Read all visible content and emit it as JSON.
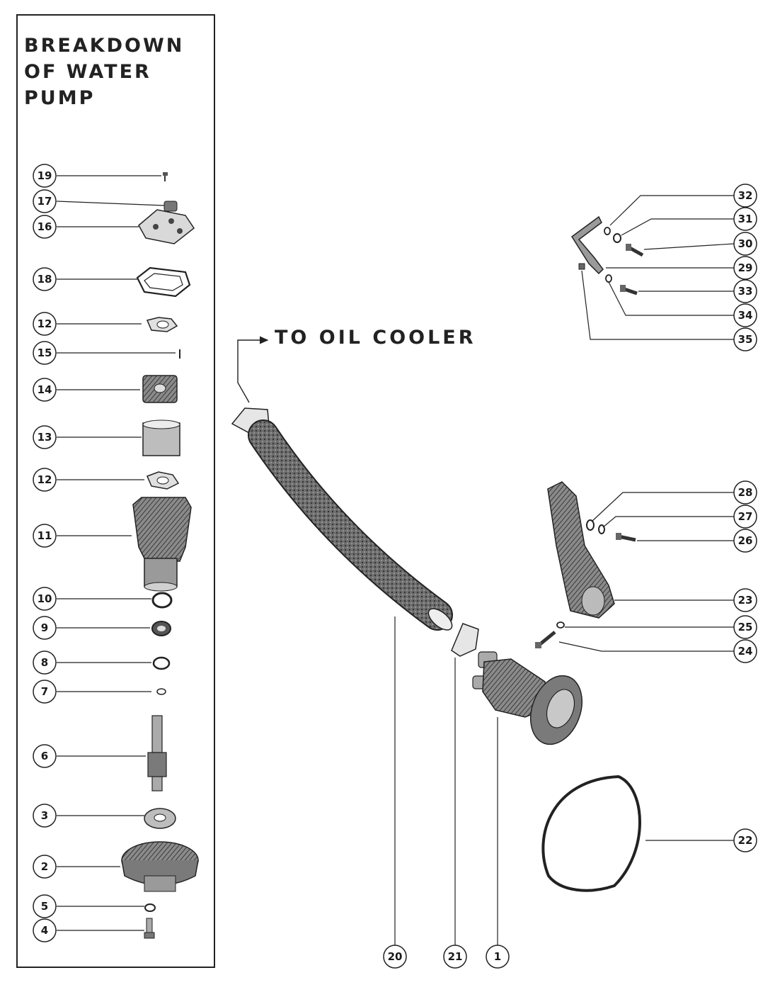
{
  "panel": {
    "title_lines": [
      "BREAKDOWN",
      "OF WATER",
      "PUMP"
    ]
  },
  "annotation": {
    "to_oil_cooler": "TO OIL COOLER"
  },
  "callouts": {
    "c19": "19",
    "c17": "17",
    "c16": "16",
    "c18": "18",
    "c12a": "12",
    "c15": "15",
    "c14": "14",
    "c13": "13",
    "c12b": "12",
    "c11": "11",
    "c10": "10",
    "c9": "9",
    "c8": "8",
    "c7": "7",
    "c6": "6",
    "c3": "3",
    "c2": "2",
    "c5": "5",
    "c4": "4",
    "c32": "32",
    "c31": "31",
    "c30": "30",
    "c29": "29",
    "c33": "33",
    "c34": "34",
    "c35": "35",
    "c28": "28",
    "c27": "27",
    "c26": "26",
    "c23": "23",
    "c25": "25",
    "c24": "24",
    "c22": "22",
    "c20": "20",
    "c21": "21",
    "c1": "1"
  }
}
